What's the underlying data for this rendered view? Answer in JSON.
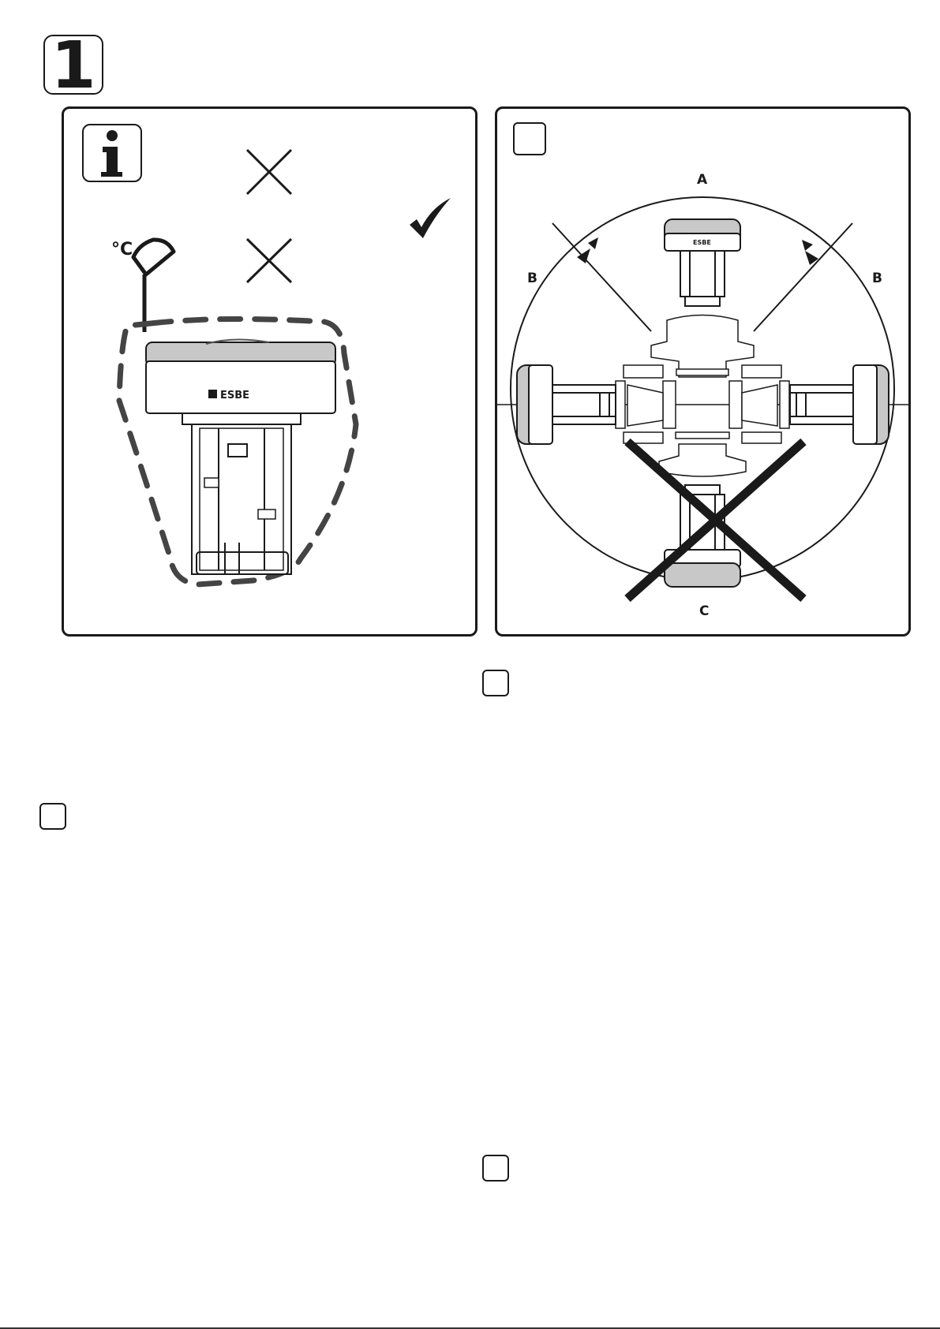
{
  "step": {
    "number": "1"
  },
  "info_panel": {
    "info_glyph": "i",
    "temperature_unit": "°C",
    "brand": "ESBE",
    "icons": [
      "info-icon",
      "cross-icon",
      "cross-icon",
      "check-icon",
      "temperature-sensor-icon"
    ]
  },
  "mounting_panel": {
    "labels": {
      "top": "A",
      "left": "B",
      "right": "B",
      "bottom": "C"
    },
    "brand": "ESBE",
    "icons": [
      "forbidden-cross-icon"
    ]
  },
  "colors": {
    "ink": "#1a1a1a",
    "actuator_cover": "#c8c8c8",
    "dashed_zone": "#444444"
  }
}
